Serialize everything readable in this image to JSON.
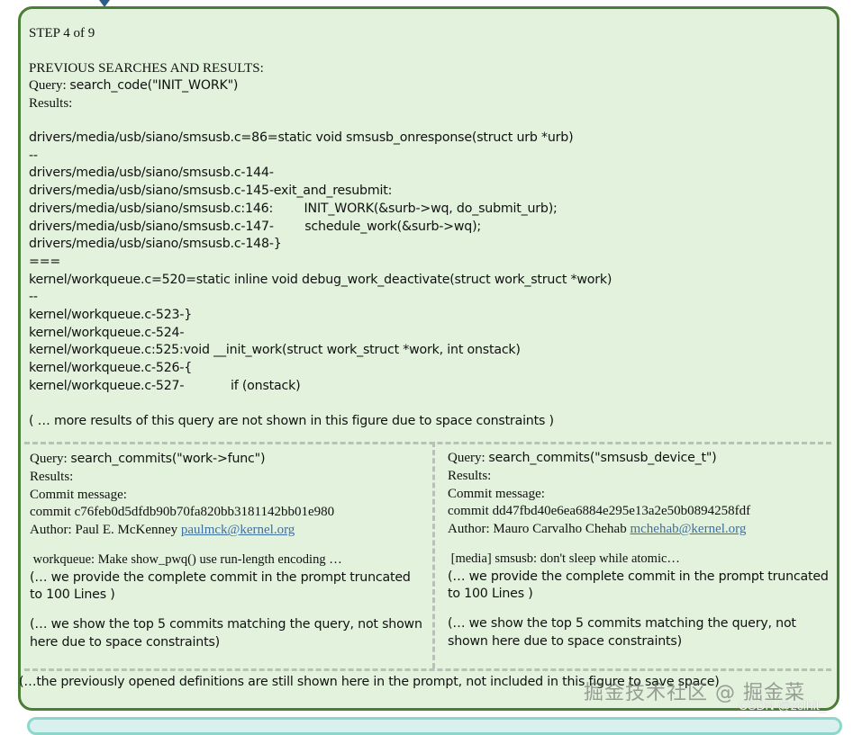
{
  "step": {
    "label": "STEP 4 of 9"
  },
  "previous_searches": {
    "heading": "PREVIOUS SEARCHES AND RESULTS:",
    "query_label": "Query:",
    "results_label": "Results:",
    "code_search": {
      "query": "search_code(\"INIT_WORK\")",
      "result_lines": [
        "drivers/media/usb/siano/smsusb.c=86=static void smsusb_onresponse(struct urb *urb)",
        "--",
        "drivers/media/usb/siano/smsusb.c-144-",
        "drivers/media/usb/siano/smsusb.c-145-exit_and_resubmit:",
        "drivers/media/usb/siano/smsusb.c:146:        INIT_WORK(&surb->wq, do_submit_urb);",
        "drivers/media/usb/siano/smsusb.c-147-        schedule_work(&surb->wq);",
        "drivers/media/usb/siano/smsusb.c-148-}",
        "===",
        "kernel/workqueue.c=520=static inline void debug_work_deactivate(struct work_struct *work)",
        "--",
        "kernel/workqueue.c-523-}",
        "kernel/workqueue.c-524-",
        "kernel/workqueue.c:525:void __init_work(struct work_struct *work, int onstack)",
        "kernel/workqueue.c-526-{",
        "kernel/workqueue.c-527-            if (onstack)"
      ],
      "more_note": "( … more results of this query are not shown in this figure due to space constraints )"
    },
    "commit_searches": [
      {
        "query": "search_commits(\"work->func\")",
        "commit_message_label": "Commit message:",
        "commit_line": "commit c76feb0d5dfdb90b70fa820bb3181142bb01e980",
        "author_label": "Author: Paul E. McKenney",
        "author_email": "paulmck@kernel.org",
        "summary": " workqueue: Make show_pwq() use run-length encoding …",
        "truncation_note": "(… we provide the complete commit in the prompt truncated to 100 Lines )",
        "top_commits_note": "(… we show the top 5 commits matching the query, not shown here due to space constraints)"
      },
      {
        "query": "search_commits(\"smsusb_device_t\")",
        "commit_message_label": "Commit message:",
        "commit_line": "commit dd47fbd40e6ea6884e295e13a2e50b0894258fdf",
        "author_label": "Author: Mauro Carvalho Chehab",
        "author_email": "mchehab@kernel.org",
        "summary": " [media] smsusb: don't sleep while atomic…",
        "truncation_note": "(… we provide the complete commit in the prompt truncated to 100 Lines )",
        "top_commits_note": "(… we show the top 5 commits matching the query, not shown here due to space constraints)"
      }
    ]
  },
  "footer": {
    "note": "(…the previously opened definitions are still shown here in the prompt, not included in this figure to save space)"
  },
  "watermarks": {
    "site": "掘金技术社区 @ 掘金菜",
    "csdn": "CSDN @zclhit_"
  },
  "colors": {
    "box_fill": "#e2f2dc",
    "box_border": "#4a7d35",
    "divider": "#b9c0b7",
    "link": "#3f6fa0",
    "next_box_border": "#8ed6cc",
    "arrow": "#2e5d86"
  }
}
